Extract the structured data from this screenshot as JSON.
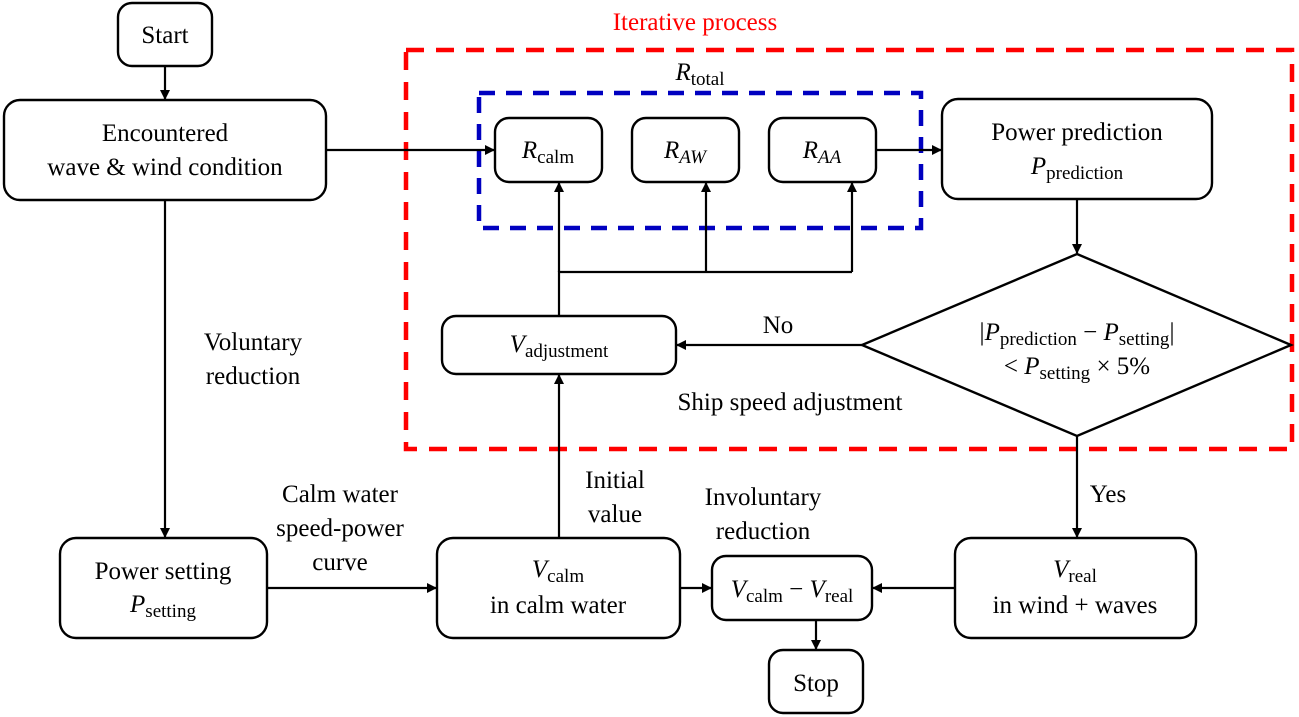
{
  "colors": {
    "iterative_frame": "#ff0000",
    "resistance_frame": "#0000c0",
    "stroke": "#000000"
  },
  "labels": {
    "iterative_process": "Iterative process",
    "r_total_base": "R",
    "r_total_sub": "total"
  },
  "nodes": {
    "start": "Start",
    "stop": "Stop",
    "encountered": {
      "line1": "Encountered",
      "line2": "wave & wind condition"
    },
    "r_calm": {
      "base": "R",
      "sub": "calm"
    },
    "r_aw": {
      "base": "R",
      "sub": "AW"
    },
    "r_aa": {
      "base": "R",
      "sub": "AA"
    },
    "power_prediction": {
      "line1": "Power prediction",
      "base": "P",
      "sub": "prediction"
    },
    "decision": {
      "bar_l": "|",
      "p1": "P",
      "p1_sub": "prediction",
      "minus": " − ",
      "p2": "P",
      "p2_sub": "setting",
      "bar_r": "|",
      "lt": "< ",
      "p3": "P",
      "p3_sub": "setting",
      "times": " × 5%"
    },
    "v_adjustment": {
      "base": "V",
      "sub": "adjustment"
    },
    "power_setting": {
      "line1": "Power setting",
      "base": "P",
      "sub": "setting"
    },
    "v_calm": {
      "base": "V",
      "sub": "calm",
      "line2": "in calm water"
    },
    "v_diff": {
      "base1": "V",
      "sub1": "calm",
      "minus": " − ",
      "base2": "V",
      "sub2": "real"
    },
    "v_real": {
      "base": "V",
      "sub": "real",
      "line2": "in wind + waves"
    }
  },
  "edge_labels": {
    "no": "No",
    "yes": "Yes",
    "ship_speed_adjustment": "Ship speed adjustment",
    "voluntary_reduction": {
      "line1": "Voluntary",
      "line2": "reduction"
    },
    "calm_water_curve": {
      "line1": "Calm water",
      "line2": "speed-power",
      "line3": "curve"
    },
    "initial_value": {
      "line1": "Initial",
      "line2": "value"
    },
    "involuntary_reduction": {
      "line1": "Involuntary",
      "line2": "reduction"
    }
  }
}
